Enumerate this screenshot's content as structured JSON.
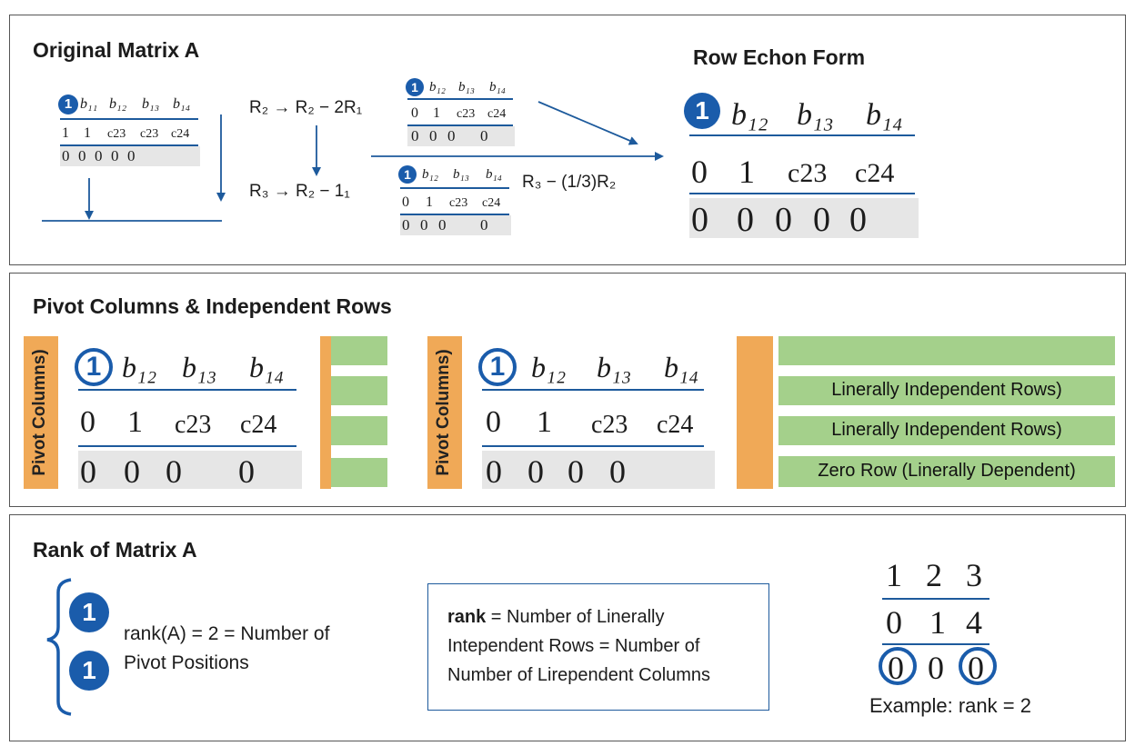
{
  "panel1": {
    "title": "Original Matrix A",
    "echelon_title": "Row Echon Form",
    "op1": "R₂ → R₂ − 2R₁",
    "op2": "R₃ → R₂ − 1₁",
    "op3": "R₃ − (1/3)R₂",
    "small_matrix": {
      "badge": "1",
      "row1": [
        "b₁₁",
        "b₁₂",
        "b₁₃",
        "b₁₄"
      ],
      "row2": [
        "1",
        "1",
        "c23",
        "c23",
        "c24"
      ],
      "row3": [
        "0",
        "0",
        "0",
        "0",
        "0"
      ]
    },
    "mid_matrix_top": {
      "badge": "1",
      "row1": [
        "b₁₂",
        "b₁₃",
        "b₁₄"
      ],
      "row2": [
        "0",
        "1",
        "c23",
        "c24"
      ],
      "row3": [
        "0",
        "0",
        "0",
        "0"
      ]
    },
    "mid_matrix_bottom": {
      "badge": "1",
      "row1": [
        "b₁₂",
        "b₁₃",
        "b₁₄"
      ],
      "row2": [
        "0",
        "1",
        "c23",
        "c24"
      ],
      "row3": [
        "0",
        "0",
        "0",
        "0"
      ]
    },
    "big_matrix": {
      "badge": "1",
      "row1": [
        "b₁₂",
        "b₁₃",
        "b₁₄"
      ],
      "row2": [
        "0",
        "1",
        "c23",
        "c24"
      ],
      "row3": [
        "0",
        "0",
        "0",
        "0",
        "0"
      ]
    }
  },
  "panel2": {
    "title": "Pivot Columns & Independent Rows",
    "left_label": "Pivot Columns)",
    "mid_label": "Pivot Columns)",
    "left_matrix": {
      "badge": "1",
      "row1": [
        "b₁₂",
        "b₁₃",
        "b₁₄"
      ],
      "row2": [
        "0",
        "1",
        "c23",
        "c24"
      ],
      "row3": [
        "0",
        "0",
        "0",
        "0"
      ]
    },
    "mid_matrix": {
      "badge": "1",
      "row1": [
        "b₁₂",
        "b₁₃",
        "b₁₄"
      ],
      "row2": [
        "0",
        "1",
        "c23",
        "c24"
      ],
      "row3": [
        "0",
        "0",
        "0",
        "0"
      ]
    },
    "row_labels": [
      "Linerally Independent Rows)",
      "Linerally Independent Rows)",
      "Zero Row (Linerally Dependent)"
    ]
  },
  "panel3": {
    "title": "Rank of Matrix A",
    "badge_top": "1",
    "badge_bottom": "1",
    "rank_text_line1": "rank(A) = 2 = Number of",
    "rank_text_line2": "Pivot Positions",
    "def_bold": "rank",
    "def_line1_rest": " = Number of Linerally",
    "def_line2": "Intependent Rows = Number of",
    "def_line3": "Number of Lirependent Columns",
    "example_matrix": {
      "row1": [
        "1",
        "2",
        "3"
      ],
      "row2": [
        "0",
        "1",
        "4"
      ],
      "row3": [
        "0",
        "0",
        "0"
      ]
    },
    "example_caption": "Example: rank = 2"
  },
  "colors": {
    "accent_blue": "#1a5cab",
    "orange": "#f0a957",
    "green": "#a4d08b",
    "gray_row": "#e6e6e6"
  }
}
